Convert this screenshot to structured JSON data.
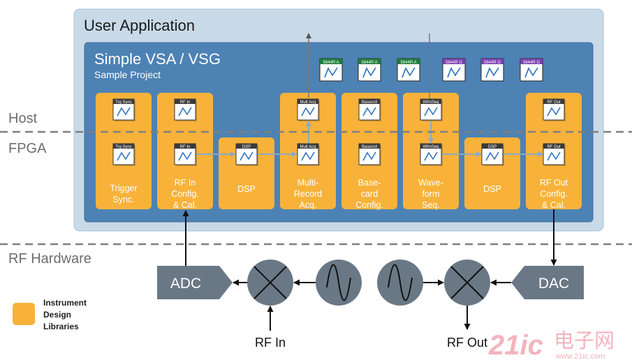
{
  "layers": {
    "host": "Host",
    "fpga": "FPGA",
    "rf_hardware": "RF Hardware"
  },
  "user_app": {
    "title": "User Application"
  },
  "project": {
    "title": "Simple VSA / VSG",
    "subtitle": "Sample Project"
  },
  "top_icons": [
    {
      "tag": "5644R A",
      "color": "#1e7d3a"
    },
    {
      "tag": "5644R A",
      "color": "#1e7d3a"
    },
    {
      "tag": "5644R A",
      "color": "#1e7d3a"
    },
    {
      "tag": "5644R G",
      "color": "#7b3fb0"
    },
    {
      "tag": "5644R G",
      "color": "#7b3fb0"
    },
    {
      "tag": "5644R G",
      "color": "#7b3fb0"
    }
  ],
  "blocks": [
    {
      "key": "trigger",
      "lines": [
        "Trigger",
        "Sync."
      ],
      "host_icon": "Trg Sync",
      "fpga_icon": "Trg Sync"
    },
    {
      "key": "rf-in",
      "lines": [
        "RF In",
        "Config.",
        "& Cal."
      ],
      "host_icon": "RF In",
      "fpga_icon": "RF In"
    },
    {
      "key": "dsp-1",
      "lines": [
        "DSP"
      ],
      "host_icon": "",
      "fpga_icon": "DSP"
    },
    {
      "key": "multi-record",
      "lines": [
        "Multi-",
        "Record",
        "Acq."
      ],
      "host_icon": "Mult Acq",
      "fpga_icon": "Mult Acq"
    },
    {
      "key": "basecard",
      "lines": [
        "Base-",
        "card",
        "Config."
      ],
      "host_icon": "Basecrd",
      "fpga_icon": "Basecrd"
    },
    {
      "key": "waveform",
      "lines": [
        "Wave-",
        "form",
        "Seq."
      ],
      "host_icon": "WfmSeq",
      "fpga_icon": "WfmSeq"
    },
    {
      "key": "dsp-2",
      "lines": [
        "DSP"
      ],
      "host_icon": "",
      "fpga_icon": "DSP"
    },
    {
      "key": "rf-out",
      "lines": [
        "RF Out",
        "Config.",
        "& Cal."
      ],
      "host_icon": "RF Out",
      "fpga_icon": "RF Out"
    }
  ],
  "hardware": {
    "adc": "ADC",
    "dac": "DAC",
    "rf_in": "RF In",
    "rf_out": "RF Out"
  },
  "legend": {
    "lines": [
      "Instrument",
      "Design",
      "Libraries"
    ],
    "color": "#f8b23a"
  },
  "watermark": {
    "brand": "21ic",
    "cn": "电子网",
    "url": "www.21ic.com"
  },
  "colors": {
    "user_app_bg": "#c8d9e8",
    "project_bg": "#4d82b4",
    "block": "#f8b23a",
    "hardware": "#6a7886"
  }
}
